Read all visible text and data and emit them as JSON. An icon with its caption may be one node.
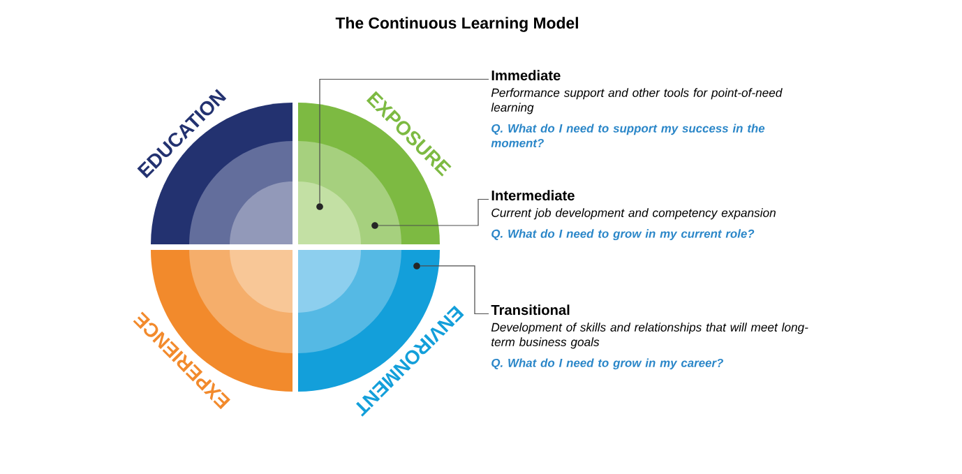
{
  "diagram": {
    "title": "The Continuous Learning Model",
    "nodes": [
      {
        "text": [
          "EDUCATION"
        ]
      },
      {
        "text": [
          "EXPOSURE"
        ]
      },
      {
        "text": [
          "EXPERIENCE"
        ]
      },
      {
        "text": [
          "ENVIRONMENT"
        ]
      },
      {
        "text": [],
        "shape": "circle",
        "in": 1
      },
      {
        "text": [],
        "shape": "circle",
        "in": 1
      },
      {
        "text": [],
        "shape": "circle",
        "in": 3
      },
      {
        "text": [
          "Immediate",
          "Performance support and other tools for point-of-need learning",
          "Q. What do I need to support my success in the moment?"
        ]
      },
      {
        "text": [
          "Intermediate",
          "Current job development and competency expansion",
          "Q. What do I need to grow in my current role?"
        ]
      },
      {
        "text": [
          "Transitional",
          "Development of skills and relationships that will meet long-term business goals",
          "Q. What do I need to grow in my career?"
        ]
      }
    ],
    "edges": [
      {
        "from": 7,
        "to": 4,
        "arrow": "none"
      },
      {
        "from": 8,
        "to": 5,
        "arrow": "none"
      },
      {
        "from": 9,
        "to": 6,
        "arrow": "none"
      }
    ]
  }
}
